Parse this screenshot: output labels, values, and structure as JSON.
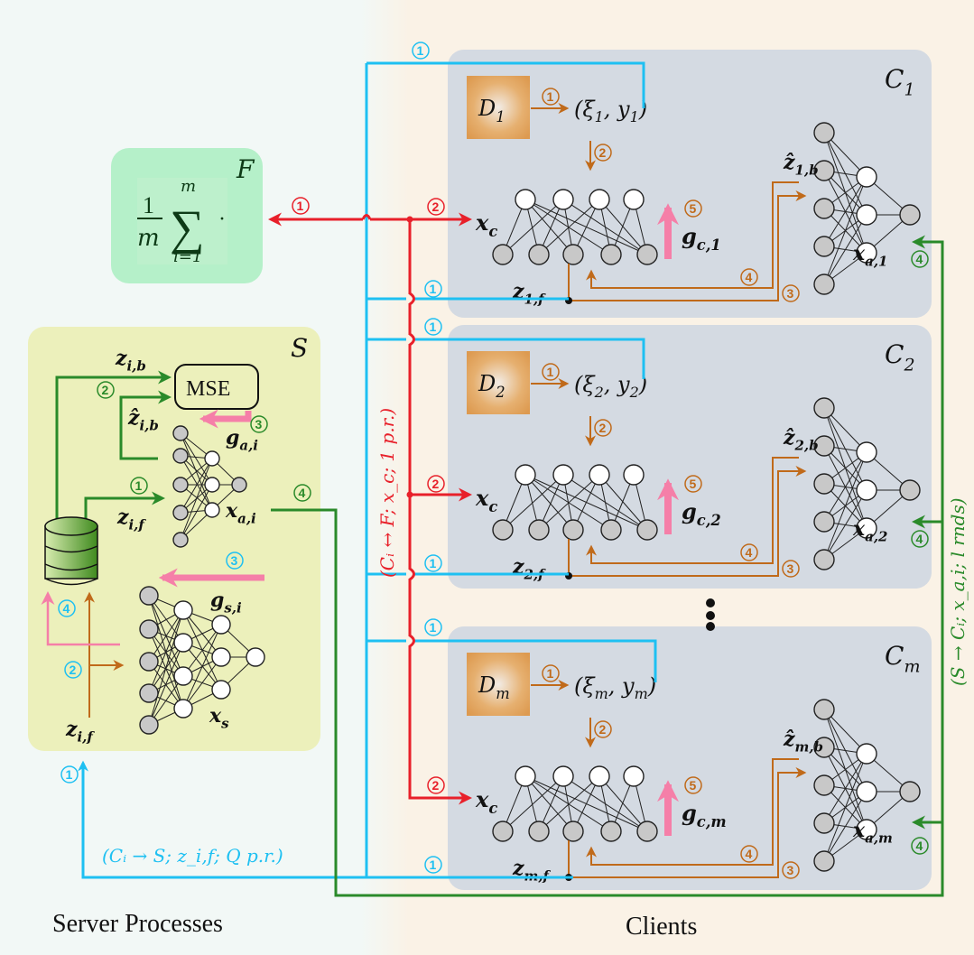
{
  "colors": {
    "server_bg": "#f2f8f6",
    "clients_bg": "#faf2e6",
    "server_box": "#ecf0bb",
    "client_box": "#d4dae2",
    "aggregator_box": "#b5f0c9",
    "cyan": "#1ec0f2",
    "red": "#e8202a",
    "green": "#2a8a2a",
    "orange": "#c06a1a",
    "pink": "#f57fa8",
    "dataset": "#e0a050"
  },
  "aggregator": {
    "label": "F",
    "frac_num": "1",
    "frac_den": "m",
    "sum_symbol": "∑",
    "sum_upper": "m",
    "sum_lower": "i=1",
    "dot": "·"
  },
  "server": {
    "label": "S",
    "mse": "MSE",
    "z_ib": "z",
    "z_ib_sub": "i,b",
    "zhat_ib": "ẑ",
    "zhat_ib_sub": "i,b",
    "g_ai": "g",
    "g_ai_sub": "a,i",
    "z_if_top": "z",
    "z_if_top_sub": "i,f",
    "x_ai": "x",
    "x_ai_sub": "a,i",
    "g_si": "g",
    "g_si_sub": "s,i",
    "x_s": "x",
    "x_s_sub": "s",
    "z_if_bottom": "z",
    "z_if_bottom_sub": "i,f"
  },
  "clients": [
    {
      "label": "C",
      "label_sub": "1",
      "dataset": "D",
      "dataset_sub": "1",
      "sample": "(ξ",
      "sample_sub1": "1",
      "sample_mid": ", y",
      "sample_sub2": "1",
      "sample_end": ")",
      "x_c": "x",
      "x_c_sub": "c",
      "g": "g",
      "g_sub": "c,1",
      "z_f": "z",
      "z_f_sub": "1,f",
      "zhat_b": "ẑ",
      "zhat_b_sub": "1,b",
      "x_a": "x",
      "x_a_sub": "a,1"
    },
    {
      "label": "C",
      "label_sub": "2",
      "dataset": "D",
      "dataset_sub": "2",
      "sample": "(ξ",
      "sample_sub1": "2",
      "sample_mid": ", y",
      "sample_sub2": "2",
      "sample_end": ")",
      "x_c": "x",
      "x_c_sub": "c",
      "g": "g",
      "g_sub": "c,2",
      "z_f": "z",
      "z_f_sub": "2,f",
      "zhat_b": "ẑ",
      "zhat_b_sub": "2,b",
      "x_a": "x",
      "x_a_sub": "a,2"
    },
    {
      "label": "C",
      "label_sub": "m",
      "dataset": "D",
      "dataset_sub": "m",
      "sample": "(ξ",
      "sample_sub1": "m",
      "sample_mid": ", y",
      "sample_sub2": "m",
      "sample_end": ")",
      "x_c": "x",
      "x_c_sub": "c",
      "g": "g",
      "g_sub": "c,m",
      "z_f": "z",
      "z_f_sub": "m,f",
      "zhat_b": "ẑ",
      "zhat_b_sub": "m,b",
      "x_a": "x",
      "x_a_sub": "a,m"
    }
  ],
  "step_markers": {
    "one": "1",
    "two": "2",
    "three": "3",
    "four": "4",
    "five": "5"
  },
  "annotations": {
    "red_vertical": "(Cᵢ ↔ F; x_c; 1 p.r.)",
    "green_vertical": "(S → Cᵢ; x_a,i; l rnds)",
    "cyan_bottom": "(Cᵢ → S; z_i,f; Q p.r.)"
  },
  "ellipsis": "⋮",
  "footer": {
    "server_label": "Server Processes",
    "clients_label": "Clients"
  }
}
